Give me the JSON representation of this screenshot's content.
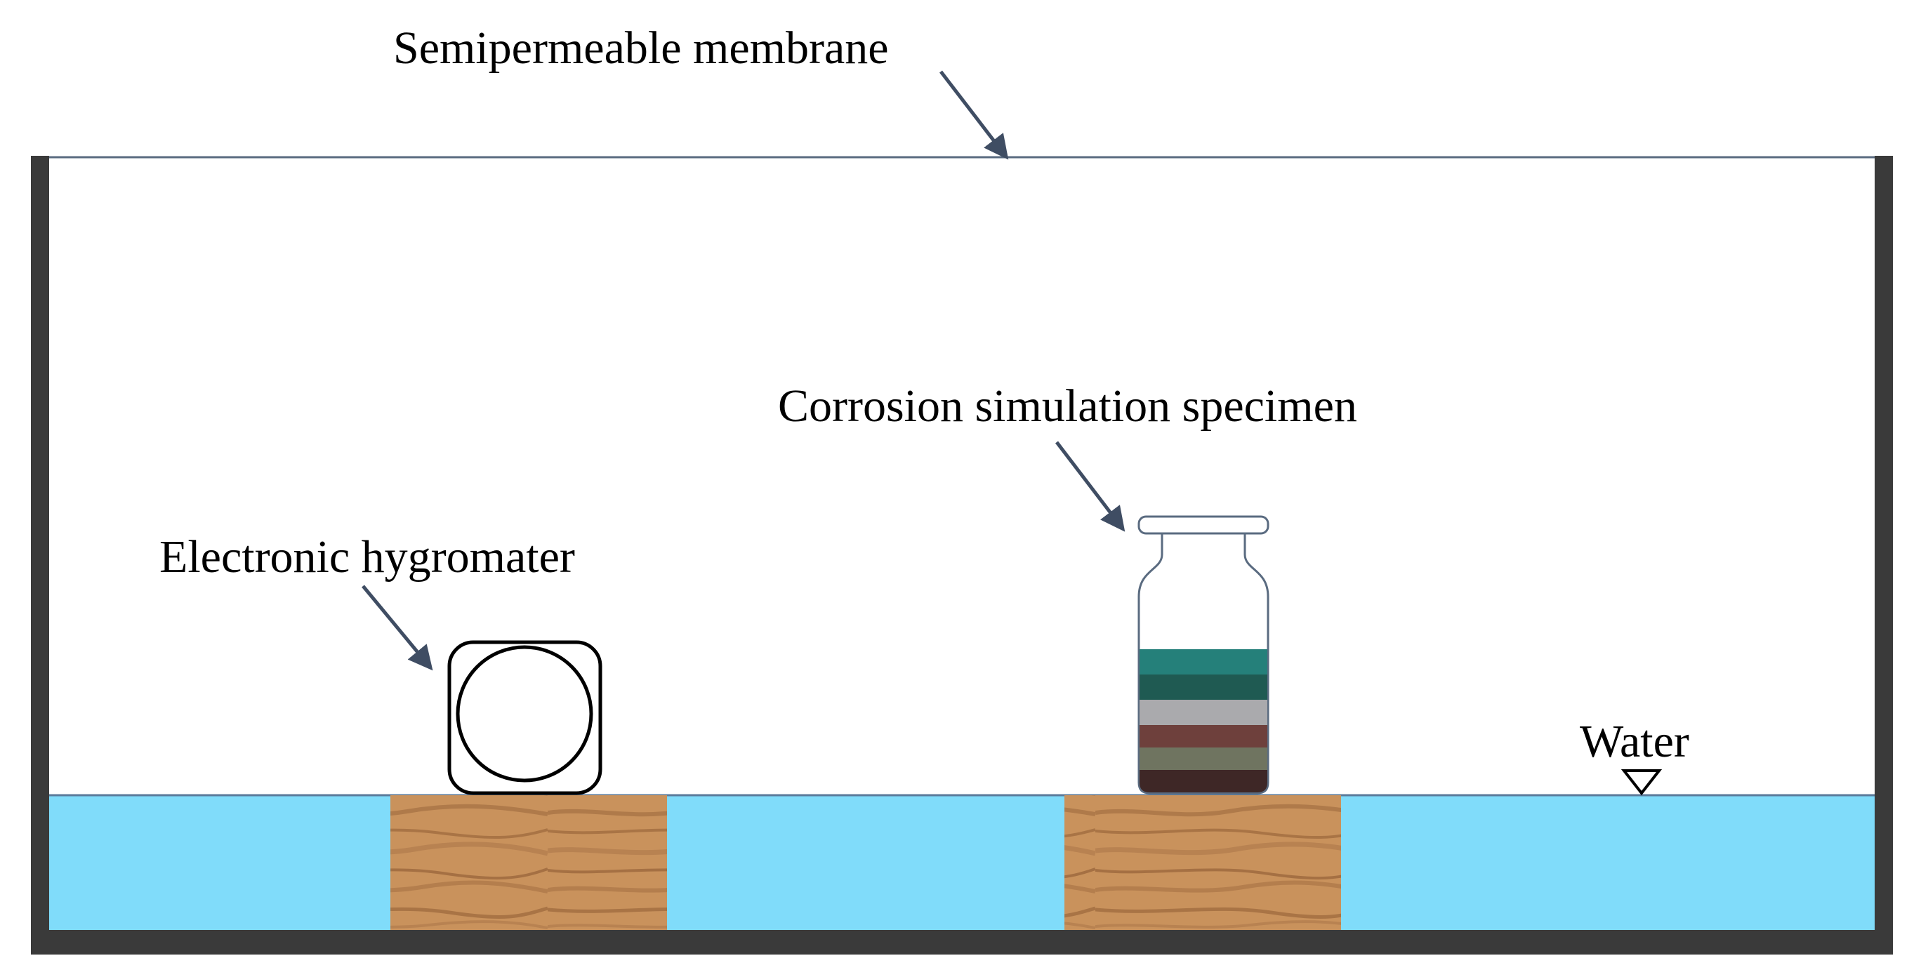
{
  "labels": {
    "membrane": "Semipermeable membrane",
    "specimen": "Corrosion simulation specimen",
    "hygrometer": "Electronic hygromater",
    "water": "Water"
  },
  "colors": {
    "tank_wall": "#3a3a3a",
    "membrane_line": "#5a6b80",
    "water": "#80dcfa",
    "water_line": "#5a7a9a",
    "wood": "#c9925c",
    "wood_grain": "#8d5a32",
    "arrow": "#3f4d63",
    "specimen_layers": [
      "#25807a",
      "#1f5a52",
      "#aaaaad",
      "#6e403c",
      "#6f7460",
      "#3e2726"
    ]
  }
}
